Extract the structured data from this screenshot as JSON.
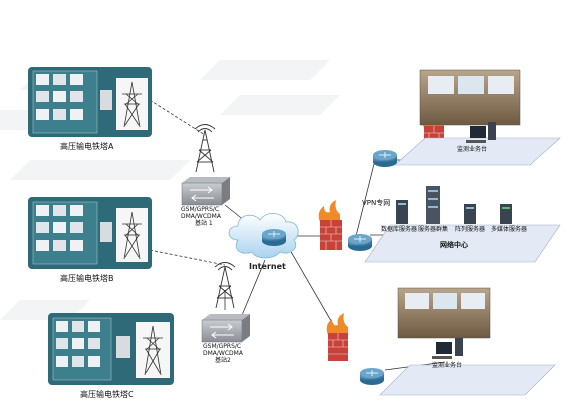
{
  "towers": [
    {
      "label": "高压输电铁塔A"
    },
    {
      "label": "高压输电铁塔B"
    },
    {
      "label": "高压输电铁塔C"
    }
  ],
  "base_stations": [
    {
      "line1": "GSM/GPRS/C",
      "line2": "DMA/WCDMA",
      "line3": "基站 1"
    },
    {
      "line1": "GSM/GPRS/C",
      "line2": "DMA/WCDMA",
      "line3": "基站2"
    }
  ],
  "internet_label": "Internet",
  "vpn_label": "VPN专网",
  "data_center": {
    "label": "网络中心",
    "servers": [
      "数据库服务器",
      "服务器群集",
      "阵列服务器",
      "多媒体服务器"
    ]
  },
  "monitor_desks": [
    {
      "label": "监测业务台"
    },
    {
      "label": "监测业务台"
    }
  ],
  "colors": {
    "panel_teal": "#2e6a78",
    "platform": "#e3eaf5",
    "router_blue": "#3f7fa6",
    "firewall_red": "#c8423a",
    "flame": "#f08a28"
  }
}
